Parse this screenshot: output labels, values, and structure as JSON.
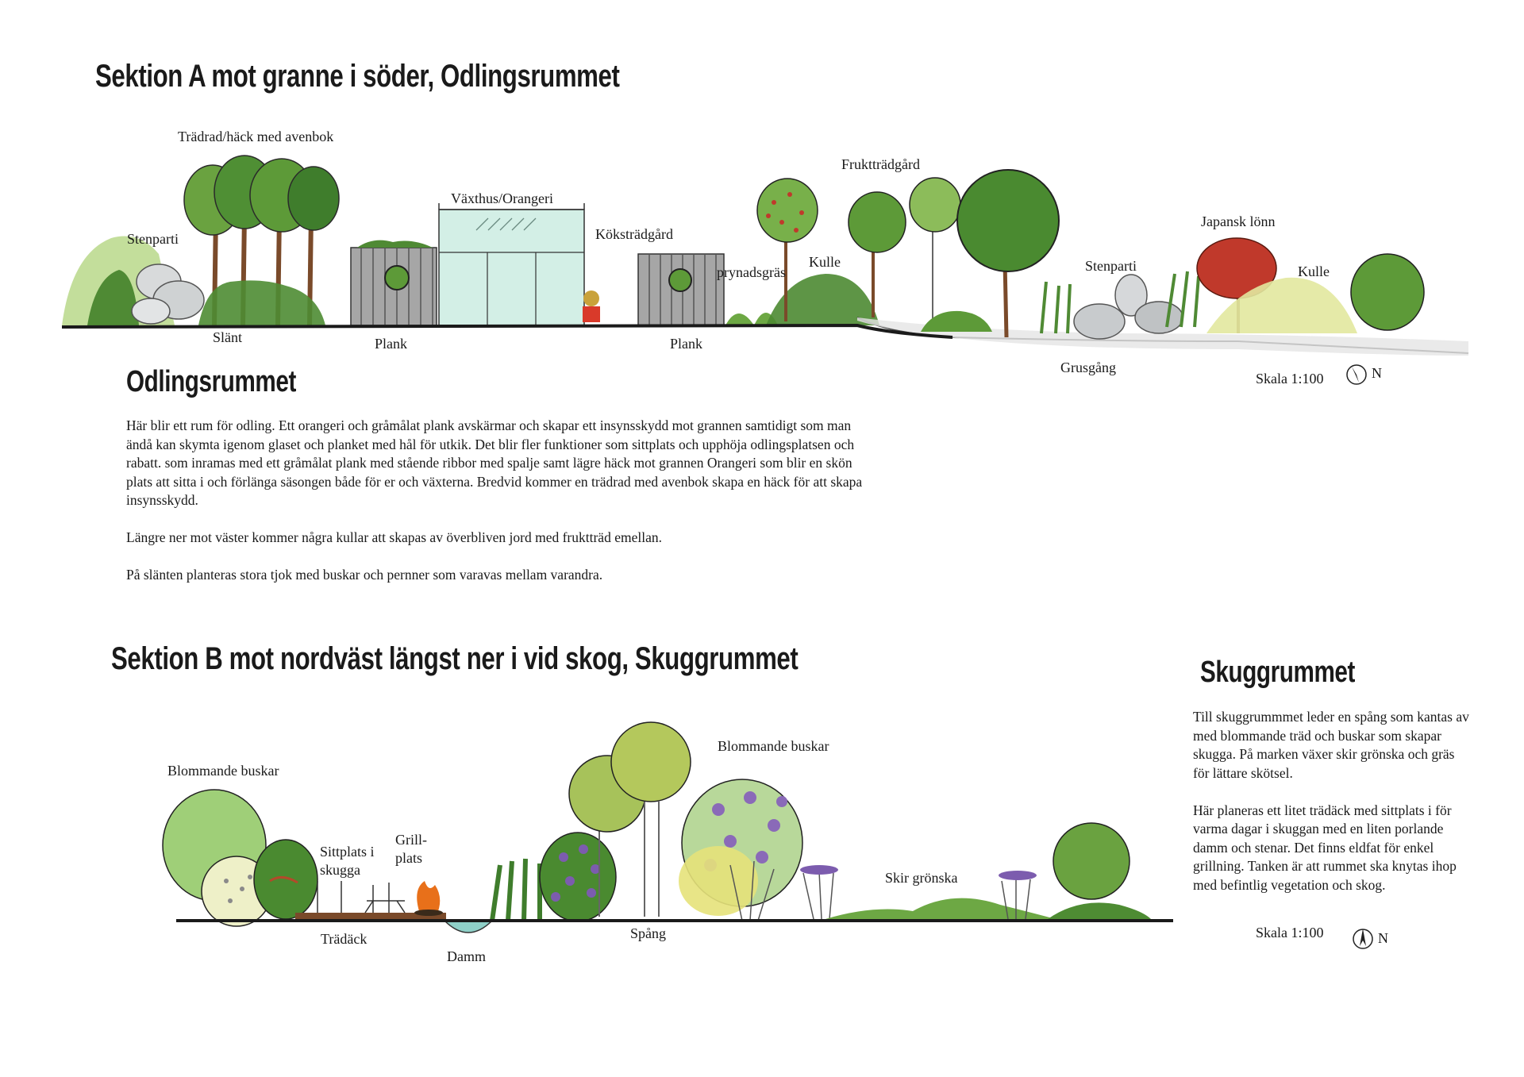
{
  "section_a": {
    "title": "Sektion A mot granne i söder, Odlingsrummet",
    "labels": {
      "tradrad": "Trädrad/häck med avenbok",
      "stenparti_1": "Stenparti",
      "slant": "Slänt",
      "vaxthus": "Växthus/Orangeri",
      "plank_1": "Plank",
      "kokstradgard": "Köksträdgård",
      "plank_2": "Plank",
      "prydnadsgras": "prynadsgräs",
      "kulle_1": "Kulle",
      "frukttradgard": "Fruktträdgård",
      "stenparti_2": "Stenparti",
      "japansk_lonn": "Japansk lönn",
      "kulle_2": "Kulle",
      "grusgang": "Grusgång"
    },
    "scale": "Skala 1:100",
    "north": "N"
  },
  "odlingsrummet": {
    "title": "Odlingsrummet",
    "paragraphs": [
      "Här blir ett rum för odling. Ett orangeri och gråmålat plank avskärmar och skapar ett insynsskydd mot grannen samtidigt som man ändå kan skymta igenom glaset och planket med hål för utkik. Det blir fler funktioner som sittplats och upphöja odlingsplatsen och rabatt. som inramas med ett gråmålat plank med stående ribbor med spalje samt lägre häck mot grannen Orangeri som blir en skön plats att sitta i och förlänga säsongen både för er och växterna. Bredvid kommer en trädrad med avenbok skapa en häck för att skapa insynsskydd.",
      "Längre ner mot väster kommer några kullar att skapas av överbliven jord med fruktträd emellan.",
      "På slänten planteras stora tjok med buskar och pernner som varavas mellam varandra."
    ]
  },
  "section_b": {
    "title": "Sektion B mot nordväst längst ner i vid skog, Skuggrummet",
    "labels": {
      "blommande_1": "Blommande buskar",
      "sittplats": "Sittplats i skugga",
      "grillplats": "Grill- plats",
      "tradack": "Trädäck",
      "damm": "Damm",
      "spang": "Spång",
      "blommande_2": "Blommande buskar",
      "skir": "Skir grönska"
    },
    "scale": "Skala 1:100",
    "north": "N"
  },
  "skuggrummet": {
    "title": "Skuggrummet",
    "paragraphs": [
      "Till skuggrummmet leder en spång som kantas av med blommande träd och buskar som skapar skugga. På marken växer skir grönska och gräs för lättare skötsel.",
      "Här planeras ett litet trädäck med sittplats i för varma dagar i skuggan med en liten porlande damm och stenar. Det finns eldfat för enkel grillning. Tanken är att rummet ska knytas ihop med befintlig vegetation och skog."
    ]
  },
  "colors": {
    "ground": "#1a1a1a",
    "tree_green": "#5f9a3a",
    "dark_green": "#2f6a2a",
    "light_green": "#a9cf6e",
    "glass": "#cfeee2",
    "plank": "#8c8c8c",
    "maple": "#c0392b",
    "stone": "#b9bdc0",
    "water": "#8fd0c8",
    "purple": "#7c5cae",
    "yellow_green": "#d6dc7a",
    "wood": "#7a4a2a",
    "fire": "#e8701a"
  }
}
